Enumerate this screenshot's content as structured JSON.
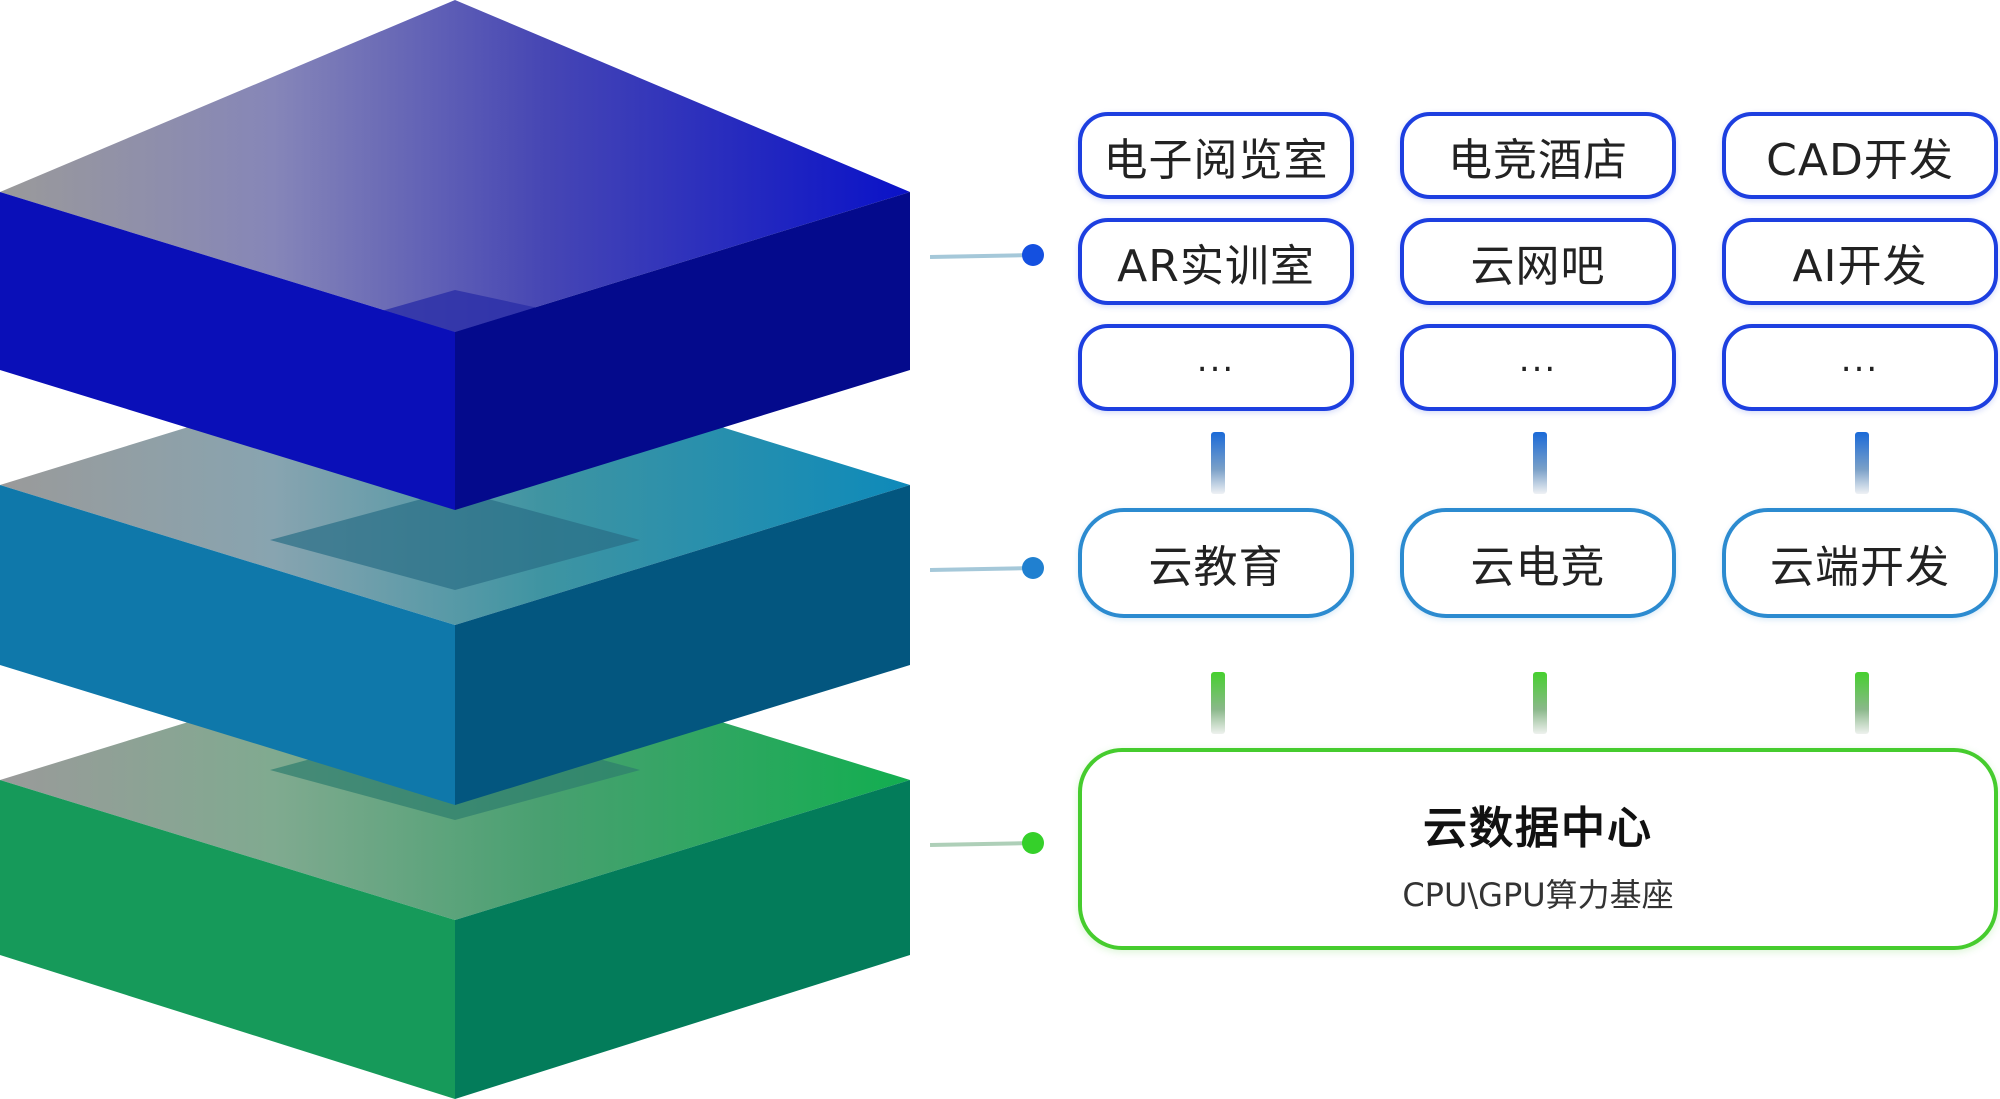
{
  "application_layer": {
    "rows": [
      [
        "电子阅览室",
        "电竞酒店",
        "CAD开发"
      ],
      [
        "AR实训室",
        "云网吧",
        "AI开发"
      ],
      [
        "...",
        "...",
        "..."
      ]
    ]
  },
  "platform_layer": {
    "items": [
      "云教育",
      "云电竞",
      "云端开发"
    ]
  },
  "datacenter_layer": {
    "title": "云数据中心",
    "subtitle": "CPU\\GPU算力基座"
  },
  "colors": {
    "app_layer": "#0c0fb8",
    "platform_layer": "#0f78ad",
    "datacenter_layer": "#0f9c58",
    "app_border": "#1d3fe0",
    "platform_border": "#2c8bd0",
    "datacenter_border": "#46cc2e"
  },
  "icons": [
    "layer-blue-3d",
    "layer-teal-3d",
    "layer-green-3d",
    "leader-dot",
    "connector-dash"
  ]
}
